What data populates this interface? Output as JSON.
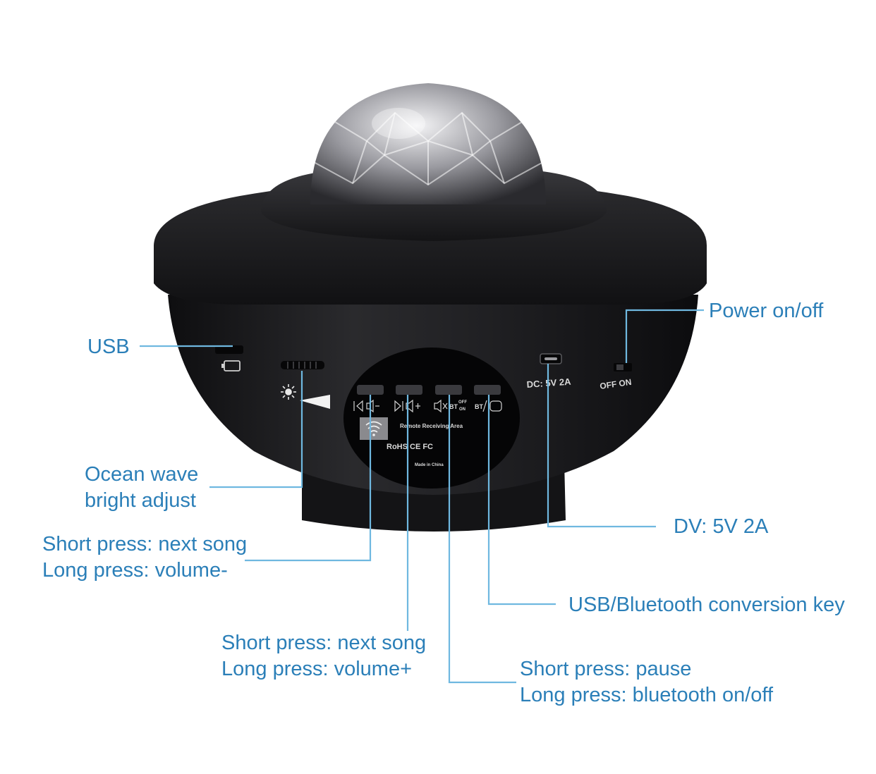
{
  "colors": {
    "label_text": "#2b7fb8",
    "leader_line": "#6fb8e0",
    "device_body": "#1c1c1e",
    "background": "#ffffff"
  },
  "callouts": {
    "usb": "USB",
    "ocean_wave_line1": "Ocean wave",
    "ocean_wave_line2": "bright adjust",
    "prev_short": "Short press: next song",
    "prev_long": "Long press: volume-",
    "next_short": "Short press: next song",
    "next_long": "Long press: volume+",
    "pause_short": "Short press: pause",
    "pause_long": "Long press: bluetooth on/off",
    "conversion_key": "USB/Bluetooth conversion key",
    "dv": "DV: 5V 2A",
    "power": "Power on/off"
  },
  "device": {
    "dc_label": "DC: 5V 2A",
    "switch_label": "OFF ON",
    "remote_area": "Remote Receiving Area",
    "certifications": "RoHS CE FC",
    "made_in": "Made in China",
    "button_icons": [
      "prev-volume-down",
      "next-volume-up",
      "mute-bluetooth",
      "bluetooth-usb"
    ]
  }
}
